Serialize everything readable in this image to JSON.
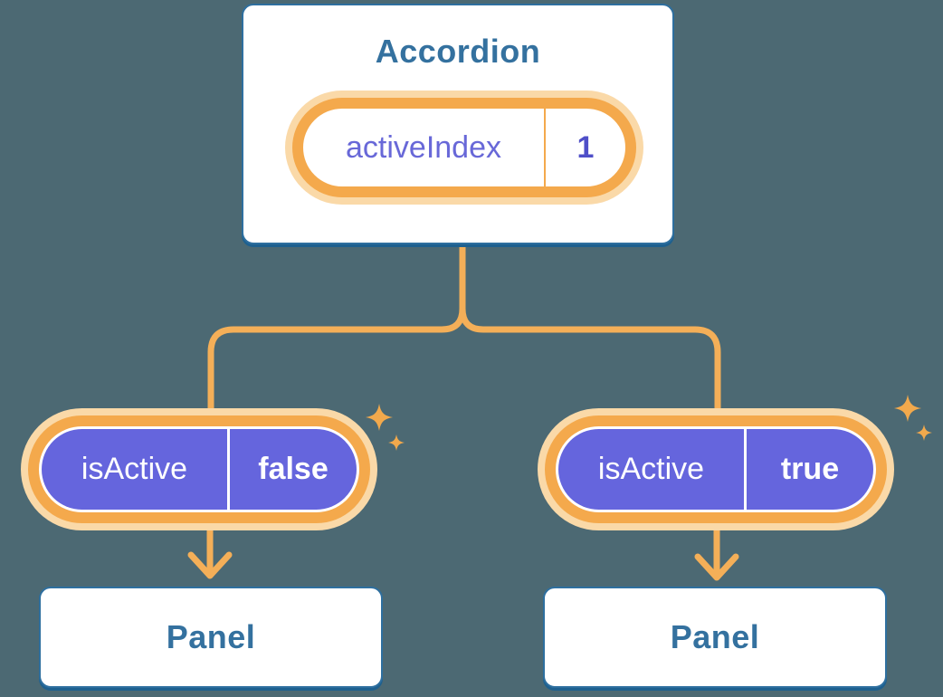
{
  "colors": {
    "background": "#4C6973",
    "node_fill": "#FFFFFF",
    "node_border": "#2E6F9F",
    "node_border_bottom": "#1E608F",
    "node_text": "#34719F",
    "wire_orange": "#F4AF58",
    "pill_ring_orange": "#F4A94C",
    "pill_glow": "#FAD9A8",
    "prop_pill_fill": "#6565DD",
    "prop_pill_text": "#FFFFFF",
    "state_name_text": "#6868D8",
    "state_value_text": "#4F4FC8",
    "sparkle": "#F2A94C"
  },
  "icons": [
    {
      "name": "sparkle-large-icon",
      "glyph": "✦"
    },
    {
      "name": "sparkle-small-icon",
      "glyph": "✦"
    },
    {
      "name": "arrow-down-icon",
      "glyph": "↓"
    }
  ],
  "tree": {
    "parent": {
      "title": "Accordion",
      "state_name": "activeIndex",
      "state_value": "1"
    },
    "children": [
      {
        "prop_name": "isActive",
        "prop_value": "false",
        "title": "Panel"
      },
      {
        "prop_name": "isActive",
        "prop_value": "true",
        "title": "Panel"
      }
    ]
  }
}
